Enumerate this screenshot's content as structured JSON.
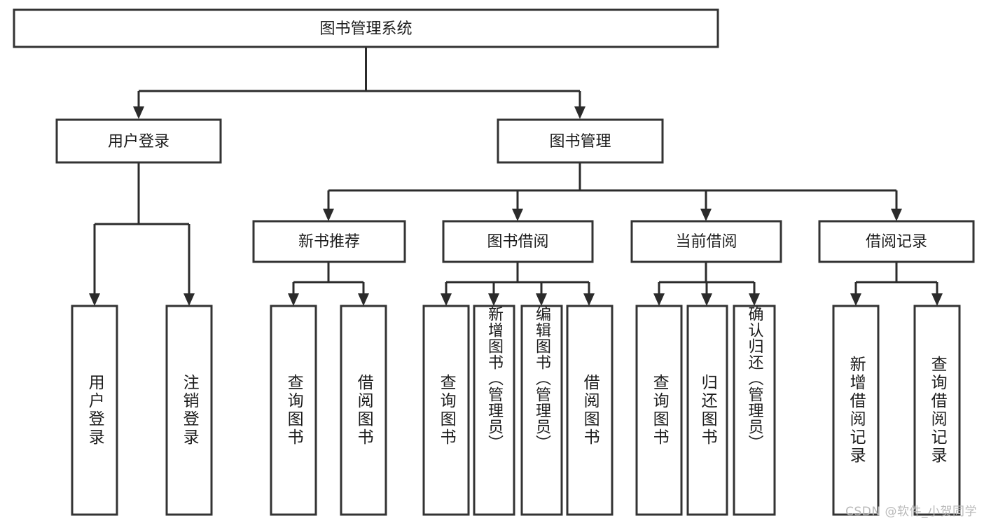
{
  "diagram": {
    "type": "tree-hierarchy-chart",
    "title": "图书管理系统",
    "orientation": "top-down",
    "colors": {
      "background": "#ffffff",
      "box_fill": "#ffffff",
      "box_stroke": "#333333",
      "connector": "#2b2b2b",
      "text": "#1c1c1c",
      "watermark": "#b9b9b9"
    },
    "root": {
      "label": "图书管理系统"
    },
    "level2": [
      {
        "label": "用户登录"
      },
      {
        "label": "图书管理"
      }
    ],
    "level3": [
      {
        "label": "新书推荐"
      },
      {
        "label": "图书借阅"
      },
      {
        "label": "当前借阅"
      },
      {
        "label": "借阅记录"
      }
    ],
    "leaves": {
      "user_login": [
        {
          "label": "用户登录"
        },
        {
          "label": "注销登录"
        }
      ],
      "new_book_recommend": [
        {
          "label": "查询图书"
        },
        {
          "label": "借阅图书"
        }
      ],
      "book_borrow": [
        {
          "label": "查询图书"
        },
        {
          "label": "新增图书（管理员）"
        },
        {
          "label": "编辑图书（管理员）"
        },
        {
          "label": "借阅图书"
        }
      ],
      "current_borrow": [
        {
          "label": "查询图书"
        },
        {
          "label": "归还图书"
        },
        {
          "label": "确认归还（管理员）"
        }
      ],
      "borrow_record": [
        {
          "label": "新增借阅记录"
        },
        {
          "label": "查询借阅记录"
        }
      ]
    }
  },
  "watermark": {
    "text": "CSDN @软件_小贺同学"
  }
}
